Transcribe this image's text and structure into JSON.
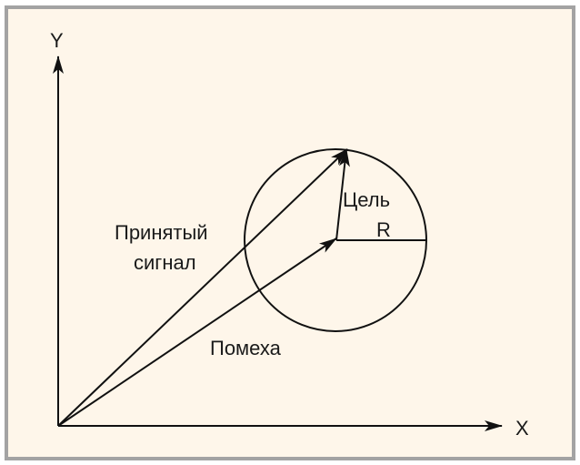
{
  "diagram": {
    "axes": {
      "x_label": "X",
      "y_label": "Y"
    },
    "labels": {
      "received_line1": "Принятый",
      "received_line2": "сигнал",
      "interference": "Помеха",
      "target": "Цель",
      "radius": "R"
    },
    "colors": {
      "background": "#fef6ea",
      "border": "#a3a3a3",
      "stroke": "#111111"
    }
  }
}
